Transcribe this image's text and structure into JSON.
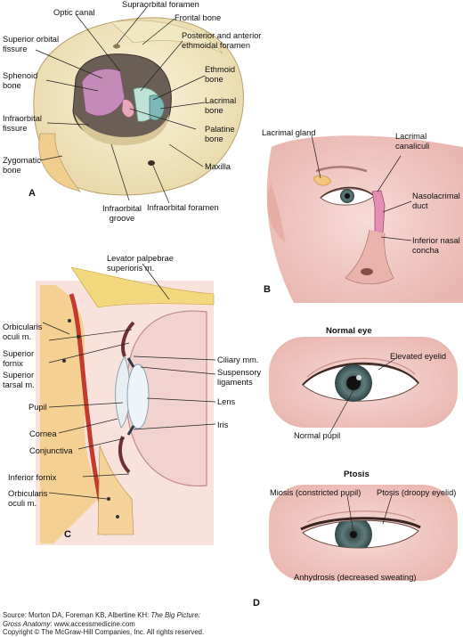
{
  "panels": {
    "a": {
      "letter": "A",
      "labels": {
        "optic_canal": "Optic canal",
        "supraorbital_foramen": "Supraorbital foramen",
        "frontal_bone": "Frontal bone",
        "superior_orbital_fissure": "Superior orbital\nfissure",
        "posterior_anterior_ethmoidal": "Posterior and anterior\nethmoidal foramen",
        "sphenoid_bone": "Sphenoid\nbone",
        "ethmoid_bone": "Ethmoid\nbone",
        "lacrimal_bone": "Lacrimal\nbone",
        "infraorbital_fissure": "Infraorbital\nfissure",
        "palatine_bone": "Palatine\nbone",
        "zygomatic_bone": "Zygomatic\nbone",
        "maxilla": "Maxilla",
        "infraorbital_groove": "Infraorbital\ngroove",
        "infraorbital_foramen": "Infraorbital foramen"
      }
    },
    "b": {
      "letter": "B",
      "labels": {
        "lacrimal_gland": "Lacrimal gland",
        "lacrimal_canaliculi": "Lacrimal\ncanaliculi",
        "nasolacrimal_duct": "Nasolacrimal\nduct",
        "inferior_nasal_concha": "Inferior nasal\nconcha"
      }
    },
    "c": {
      "letter": "C",
      "labels": {
        "levator": "Levator palpebrae\nsuperioris m.",
        "orbicularis_top": "Orbicularis\noculi m.",
        "superior_fornix": "Superior\nfornix",
        "superior_tarsal": "Superior\ntarsal m.",
        "ciliary": "Ciliary mm.",
        "suspensory": "Suspensory\nligaments",
        "pupil": "Pupil",
        "lens": "Lens",
        "iris": "Iris",
        "cornea": "Cornea",
        "conjunctiva": "Conjunctiva",
        "inferior_fornix": "Inferior fornix",
        "orbicularis_bottom": "Orbicularis\noculi m."
      }
    },
    "d": {
      "letter": "D",
      "labels": {
        "normal_eye": "Normal eye",
        "elevated_eyelid": "Elevated eyelid",
        "normal_pupil": "Normal pupil",
        "ptosis_title": "Ptosis",
        "miosis": "Miosis (constricted pupil)",
        "ptosis_desc": "Ptosis (droopy eyelid)",
        "anhydrosis": "Anhydrosis (decreased sweating)"
      }
    }
  },
  "source": {
    "prefix": "Source: Morton DA, Foreman KB, Albertine KH: ",
    "title": "The Big Picture:",
    "title2": "Gross Anatomy",
    "url_text": ": www.accessmedicine.com",
    "copyright": "Copyright © The McGraw-Hill Companies, Inc. All rights reserved."
  }
}
